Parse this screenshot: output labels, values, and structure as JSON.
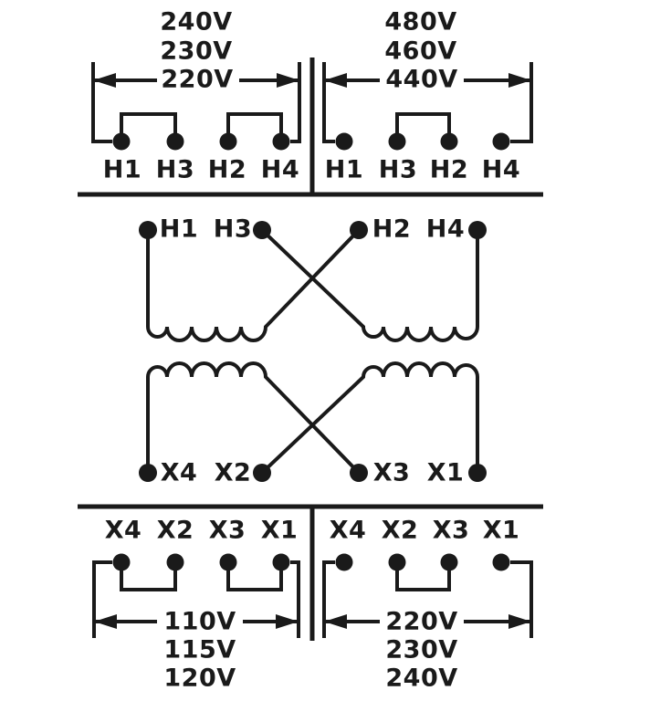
{
  "colors": {
    "ink": "#1a1a1a",
    "background": "#ffffff"
  },
  "primary_parallel": {
    "voltages": [
      "240V",
      "230V",
      "220V"
    ],
    "terminals": [
      "H1",
      "H3",
      "H2",
      "H4"
    ]
  },
  "primary_series": {
    "voltages": [
      "480V",
      "460V",
      "440V"
    ],
    "terminals": [
      "H1",
      "H3",
      "H2",
      "H4"
    ]
  },
  "winding": {
    "primary_terminals": [
      "H1",
      "H3",
      "H2",
      "H4"
    ],
    "secondary_terminals": [
      "X4",
      "X2",
      "X3",
      "X1"
    ]
  },
  "secondary_parallel": {
    "terminals": [
      "X4",
      "X2",
      "X3",
      "X1"
    ],
    "voltages": [
      "110V",
      "115V",
      "120V"
    ]
  },
  "secondary_series": {
    "terminals": [
      "X4",
      "X2",
      "X3",
      "X1"
    ],
    "voltages": [
      "220V",
      "230V",
      "240V"
    ]
  }
}
